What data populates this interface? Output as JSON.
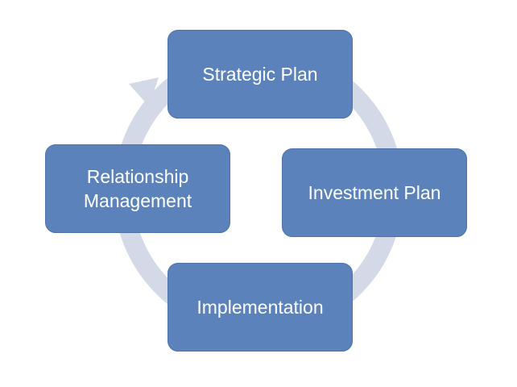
{
  "diagram": {
    "type": "cycle",
    "colors": {
      "node_fill": "#5b82bb",
      "node_border": "#4d73aa",
      "node_text": "#ffffff",
      "connector": "#d3d9e7"
    },
    "nodes": [
      {
        "id": "strategic",
        "label": "Strategic Plan"
      },
      {
        "id": "investment",
        "label": "Investment Plan"
      },
      {
        "id": "implementation",
        "label": "Implementation"
      },
      {
        "id": "relationship",
        "label": "Relationship\nManagement"
      }
    ],
    "flow": [
      "strategic",
      "investment",
      "implementation",
      "relationship",
      "strategic"
    ]
  }
}
